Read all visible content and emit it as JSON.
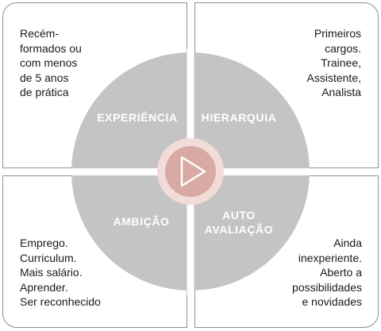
{
  "quadrants": {
    "top_left": {
      "label": "EXPERIÊNCIA",
      "text": "Recém-\nformados ou\ncom menos\nde 5 anos\nde prática"
    },
    "top_right": {
      "label": "HIERARQUIA",
      "text": "Primeiros\ncargos.\nTrainee,\nAssistente,\nAnalista"
    },
    "bottom_left": {
      "label": "AMBIÇÃO",
      "text": "Emprego.\nCurriculum.\nMais salário.\nAprender.\nSer reconhecido"
    },
    "bottom_right": {
      "label": "AUTO\nAVALIAÇÃO",
      "text": "Ainda\ninexperiente.\nAberto a\npossibilidades\ne novidades"
    }
  },
  "colors": {
    "wheel": "#c4c4c4",
    "center_ring": "#f2dcd9",
    "center_fill": "#d8aaa3",
    "play_icon": "#ffffff",
    "border": "#8f8f8f"
  },
  "icons": {
    "center": "play-icon"
  }
}
